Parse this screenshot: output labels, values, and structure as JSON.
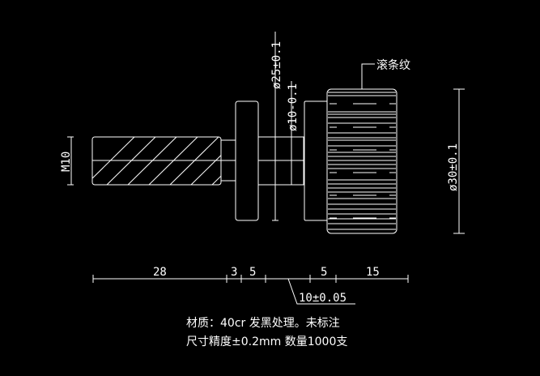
{
  "dimensions": {
    "thread": "M10",
    "flange_dia": "ø25±0.1",
    "shaft_dia": "ø10-0.1",
    "knurl_dia": "ø30±0.1",
    "len_thread": "28",
    "len_neck": "3",
    "len_flange": "5",
    "len_collar": "5",
    "len_knurl": "15",
    "len_shaft": "10±0.05"
  },
  "callout": "滚条纹",
  "notes": {
    "line1": "材质：40cr 发黑处理。未标注",
    "line2": "尺寸精度±0.2mm  数量1000支"
  },
  "colors": {
    "background": "#000000",
    "lines": "#ffffff"
  }
}
